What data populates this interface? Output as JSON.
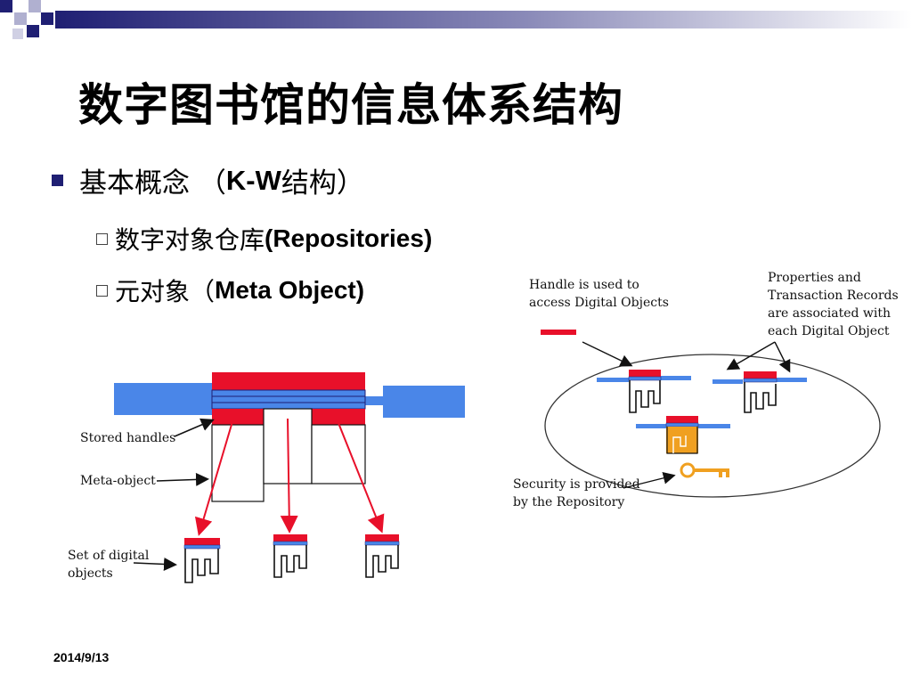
{
  "slide": {
    "title": "数字图书馆的信息体系结构",
    "date": "2014/9/13"
  },
  "bullets": {
    "level1": {
      "text_cn": "基本概念 （",
      "text_latin": "K-W",
      "text_cn2": "结构）"
    },
    "level2": [
      {
        "text_cn": "数字对象仓库",
        "text_latin": "(Repositories)"
      },
      {
        "text_cn": "元对象（",
        "text_latin": "Meta Object)"
      }
    ]
  },
  "left_diagram": {
    "stored_handles": "Stored handles",
    "meta_object": "Meta-object",
    "set_of_digital": "Set of digital",
    "objects": "objects"
  },
  "right_diagram": {
    "handle_line1": "Handle is used to",
    "handle_line2": "access Digital Objects",
    "props_line1": "Properties and",
    "props_line2": "Transaction Records",
    "props_line3": "are associated with",
    "props_line4": "each Digital Object",
    "security_line1": "Security is provided",
    "security_line2": "by the Repository"
  },
  "colors": {
    "red": "#e8102a",
    "blue": "#4a86e8",
    "navy": "#1f1f73",
    "orange": "#f0a020"
  }
}
